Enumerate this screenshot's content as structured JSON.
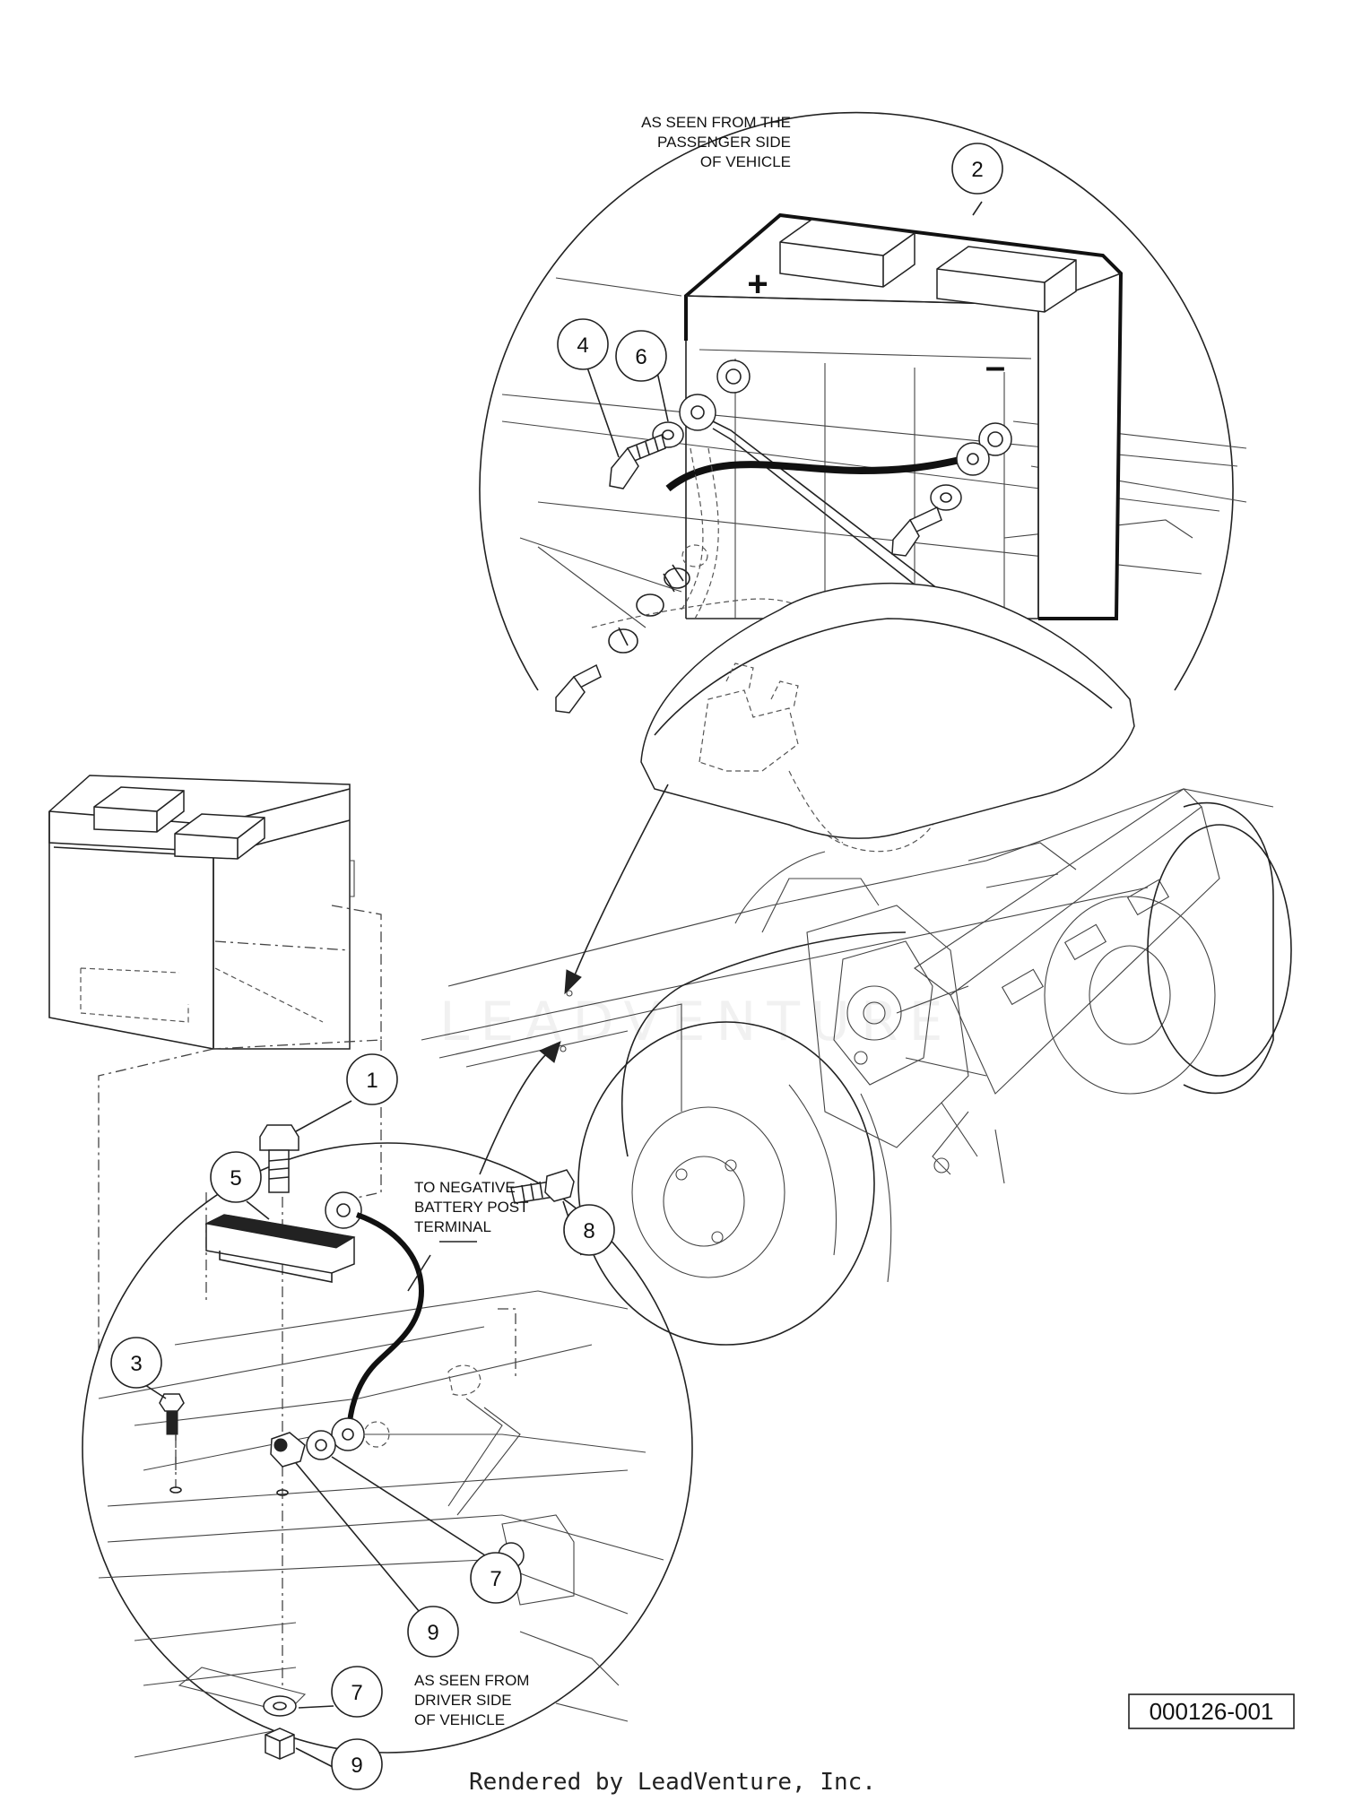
{
  "diagram": {
    "top_view_caption": [
      "AS SEEN FROM THE",
      "PASSENGER SIDE",
      "OF VEHICLE"
    ],
    "bottom_view_caption": [
      "AS SEEN FROM",
      "DRIVER SIDE",
      "OF VEHICLE"
    ],
    "cable_note": [
      "TO NEGATIVE",
      "BATTERY POST",
      "TERMINAL"
    ],
    "positive_sign": "+",
    "negative_sign": "–",
    "callouts": {
      "battery": "2",
      "bolt_top": "4",
      "washer_top": "6",
      "bolt_hold_down": "1",
      "hold_down_bracket": "5",
      "bolt_small": "3",
      "bolt_ground": "8",
      "washer_lower": "7",
      "nut_lower": "9",
      "washer_bottom": "7",
      "nut_bottom": "9"
    },
    "drawing_number": "000126-001",
    "watermark": "LEADVENTURE"
  },
  "footer": {
    "rendered_by": "Rendered by LeadVenture, Inc."
  }
}
